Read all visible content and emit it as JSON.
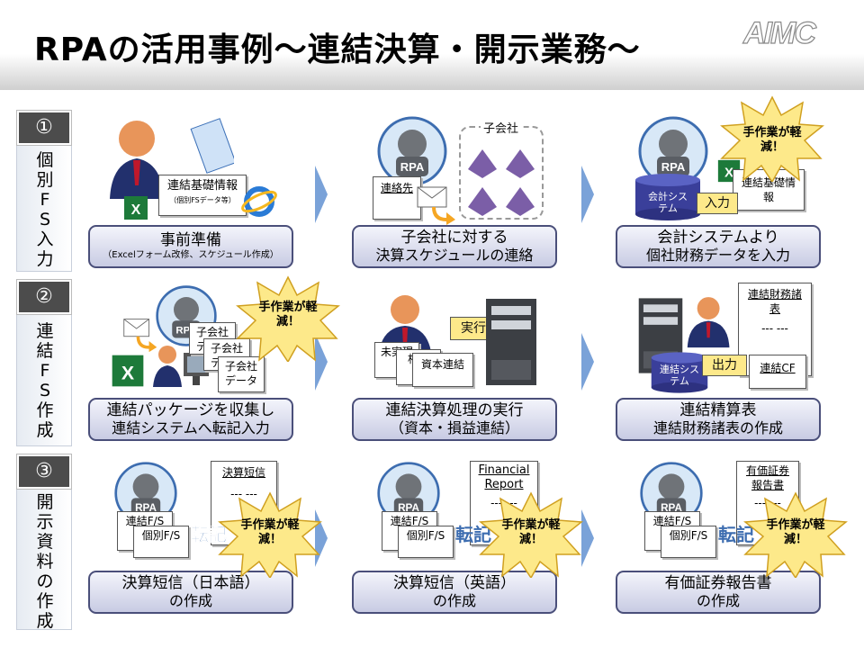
{
  "title": "RPAの活用事例～連結決算・開示業務～",
  "logo": "AIMC",
  "rows": [
    {
      "num": "①",
      "label": [
        "個",
        "別",
        "F",
        "S",
        "入",
        "力"
      ]
    },
    {
      "num": "②",
      "label": [
        "連",
        "結",
        "F",
        "S",
        "作",
        "成"
      ]
    },
    {
      "num": "③",
      "label": [
        "開",
        "示",
        "資",
        "料",
        "の",
        "作",
        "成"
      ]
    }
  ],
  "steps": {
    "r1c1": {
      "line1": "事前準備",
      "line2": "（Excelフォーム改修、スケジュール作成）"
    },
    "r1c2": {
      "line1": "子会社に対する",
      "line2": "決算スケジュールの連絡"
    },
    "r1c3": {
      "line1": "会計システムより",
      "line2": "個社財務データを入力"
    },
    "r2c1": {
      "line1": "連結パッケージを収集し",
      "line2": "連結システムへ転記入力"
    },
    "r2c2": {
      "line1": "連結決算処理の実行",
      "line2": "（資本・損益連結）"
    },
    "r2c3": {
      "line1": "連結精算表",
      "line2": "連結財務諸表の作成"
    },
    "r3c1": {
      "line1": "決算短信（日本語）",
      "line2": "の作成"
    },
    "r3c2": {
      "line1": "決算短信（英語）",
      "line2": "の作成"
    },
    "r3c3": {
      "line1": "有価証券報告書",
      "line2": "の作成"
    }
  },
  "illustrations": {
    "r1c1_doc": "連結基礎情報",
    "r1c1_doc_sub": "（個別FSデータ等）",
    "r1c2_subsidiary": "子会社",
    "r1c2_contact": "連絡先",
    "r1c3_system": "会計システム",
    "r1c3_input": "入力",
    "r1c3_doc": "連結基礎情報",
    "r2c1_doc": "子会社データ",
    "r2c2_exec": "実行",
    "r2c2_docs": [
      "未実現",
      "相殺",
      "資本連結"
    ],
    "r2c3_doc": "連結財務諸表",
    "r2c3_system": "連結システム",
    "r2c3_output": "出力",
    "r2c3_cf": "連結CF",
    "r3c1_doc": "決算短信",
    "r3c2_doc": "Financial Report",
    "r3c3_doc": "有価証券報告書",
    "r3_left_doc1": "連結F/S",
    "r3_left_doc2": "個別F/S",
    "r3_transcribe": "転記",
    "rpa": "RPA",
    "dashes": "--- ---"
  },
  "burst": "手作業が軽減！",
  "colors": {
    "box_border": "#4a4f7a",
    "chevron": "#7aa2d8",
    "burst": "#fde98a",
    "rownum_bg": "#4c4c4c"
  }
}
